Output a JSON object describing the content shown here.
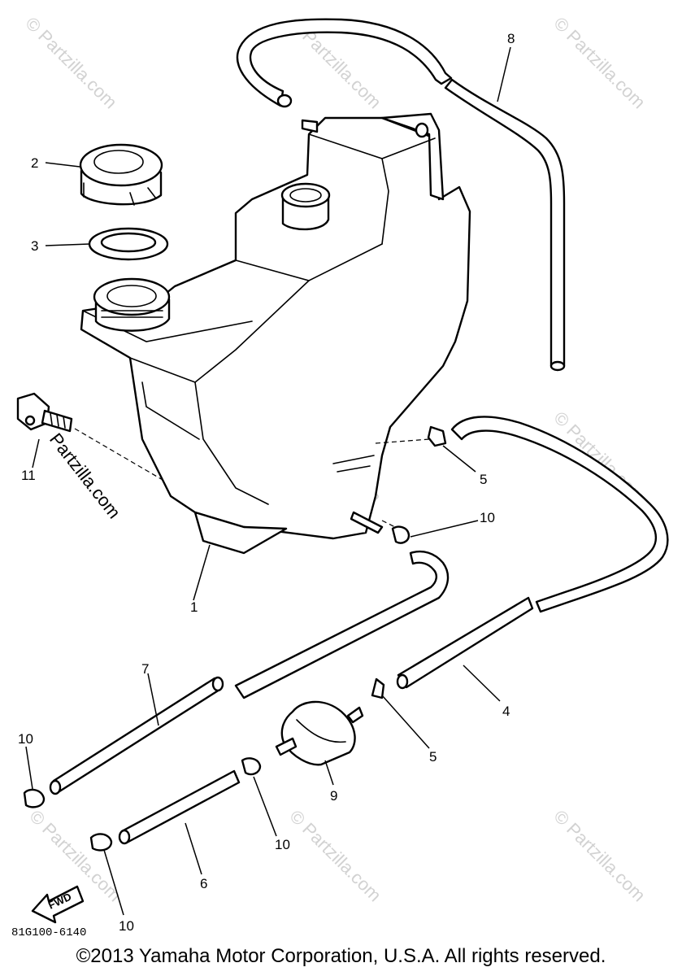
{
  "watermark": "© Partzilla.com",
  "watermark_side": "Partzilla.com",
  "callouts": {
    "c1": "1",
    "c2": "2",
    "c3": "3",
    "c4": "4",
    "c5a": "5",
    "c5b": "5",
    "c6": "6",
    "c7": "7",
    "c8": "8",
    "c9": "9",
    "c10a": "10",
    "c10b": "10",
    "c10c": "10",
    "c10d": "10",
    "c11": "11"
  },
  "fwd_label": "FWD",
  "diagram_code": "81G100-6140",
  "copyright": "©2013 Yamaha Motor Corporation, U.S.A. All rights reserved."
}
